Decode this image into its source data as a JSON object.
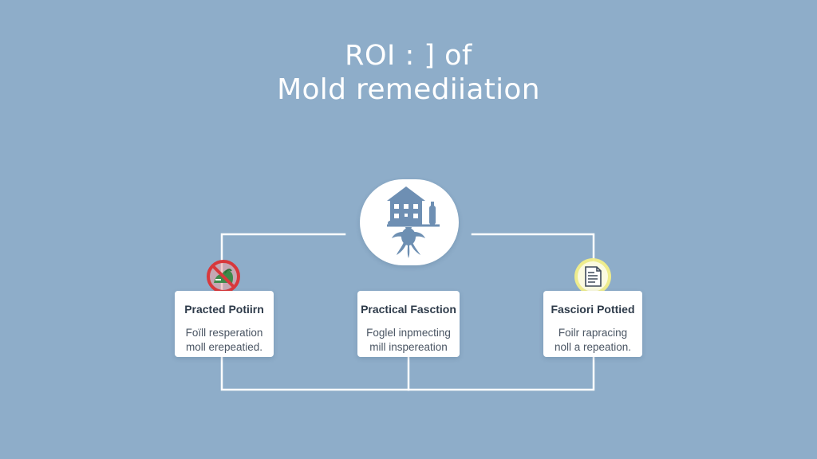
{
  "title": {
    "line1": "ROI : ] of",
    "line2": "Mold remediiation"
  },
  "colors": {
    "background": "#8eadc9",
    "connector": "#ffffff",
    "card": "#ffffff",
    "house": "#6e8fb3",
    "mold": "#6d8fb2",
    "prohibit_ring": "#d8383c",
    "prohibit_plant": "#3e8a4a",
    "document_glow": "#f3ef8a"
  },
  "hub": {
    "icon": "house-with-mold-roots-icon"
  },
  "cards": [
    {
      "key": "left",
      "badge_icon": "no-mold-prohibited-icon",
      "heading": "Practed Potiirn",
      "body_line1": "Foïll resperation",
      "body_line2": "moll erepeatied."
    },
    {
      "key": "center",
      "badge_icon": "",
      "heading": "Practical Fasction",
      "body_line1": "Foglel inpmecting",
      "body_line2": "mill inspereation"
    },
    {
      "key": "right",
      "badge_icon": "document-report-icon",
      "heading": "Fasciori Pottied",
      "body_line1": "Foilr rapracing",
      "body_line2": "noll a repeation."
    }
  ]
}
